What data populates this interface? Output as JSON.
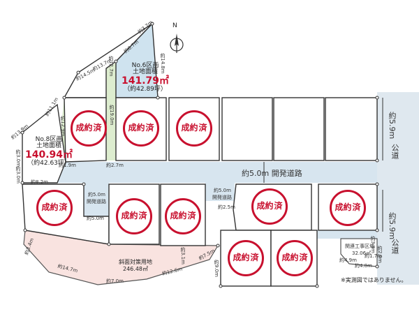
{
  "north": "N",
  "lots": [
    {
      "id": "lot6",
      "no": "No.6区画",
      "area_label": "土地面積",
      "area_m2": "141.79㎡",
      "area_tsubo": "（約42.89坪）"
    },
    {
      "id": "lot8",
      "no": "No.8区画",
      "area_label": "土地面積",
      "area_m2": "140.94㎡",
      "area_tsubo": "（約42.63坪）"
    }
  ],
  "sold_label": [
    "成",
    "約",
    "済"
  ],
  "roads": {
    "dev_road_main": "約5.0m 開発道路",
    "dev_road_branch_a": "約5.0m",
    "dev_road_branch_a2": "開発道路",
    "dev_road_branch_b": "約5.0m",
    "dev_road_branch_b2": "開発道路",
    "public_road_upper_width": "約5.9m",
    "public_road_upper_label": "公道",
    "public_road_lower_width": "約5.9m",
    "public_road_lower_label": "公道"
  },
  "slope_area": {
    "label": "斜面対策用地",
    "area": "246.48㎡"
  },
  "related_area": {
    "label": "関連工事区域",
    "area": "32.06㎡"
  },
  "note": "※実測図ではありません。",
  "dimensions": {
    "d_14_5": "約14.5m",
    "d_8_7": "約8.7m",
    "d_3_7": "約3.7m",
    "d_14_8": "約14.8m",
    "d_12_9": "約12.9m",
    "d_11_1": "約11.1m",
    "d_13_9": "約13.9m",
    "d_19_0": "約19.0m",
    "d_12_7": "約12.7m",
    "d_2_7": "約2.7m",
    "d_1_9": "約1.9m",
    "d_13_7": "約13.7m",
    "d_3_0a": "約3.0m",
    "d_3_0b": "約3.0m",
    "d_8_2": "約8.2m",
    "d_5_0": "約5.0m",
    "d_2_5": "約2.5m",
    "d_3_4": "約3.4m",
    "d_14_7": "約14.7m",
    "d_7_0": "約7.0m",
    "d_12_6": "約12.6m",
    "d_3_1": "約3.1m",
    "d_7_5": "約7.5m",
    "d_9_0": "約9.0m",
    "d_4_9": "約4.9m",
    "d_1_7": "約1.7m",
    "d_4_8": "約4.8m",
    "d_2_9": "約2.9m",
    "d_3_8": "約3.8m"
  },
  "colors": {
    "road_fill": "#d7e5ef",
    "slope_fill": "#f9e3e0",
    "lot6_fill": "#cfe3ef",
    "green_fill": "#ddedcf",
    "sold_red": "#c8102e",
    "public_road_fill": "#dfe8ef"
  }
}
